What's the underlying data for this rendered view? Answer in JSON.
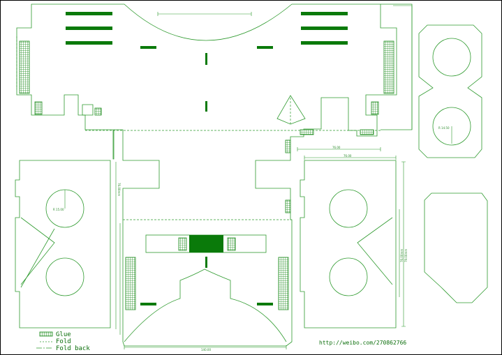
{
  "title": "",
  "colors": {
    "line": "#2e9a2e",
    "solid": "#0a7a0a",
    "glue": "#1a8a1a",
    "border": "#000000"
  },
  "legend": {
    "glue": "Glue",
    "fold": "Fold",
    "fold_back": "Fold back"
  },
  "url": "http://weibo.com/270862766",
  "dimensions": {
    "left_eye_radius": "R 15.00",
    "right_panel_radius": "R 14.50",
    "top_width": "76.00",
    "right_width": "76.00",
    "left_side": "76.00mm",
    "right_side_a": "76.00mm",
    "right_side_b": "79.00mm",
    "bottom_width": "140.00"
  }
}
